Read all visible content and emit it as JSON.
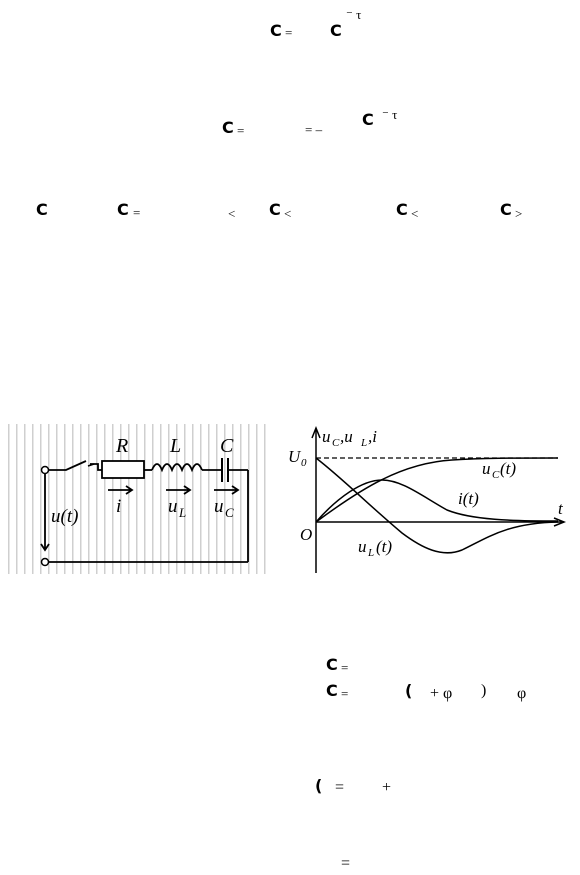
{
  "eq1": {
    "a": "C",
    "eq": "=",
    "b": "C",
    "sup": "⁻ τ"
  },
  "eq2": {
    "a": "C",
    "eq": "=",
    "mid": "= –",
    "b": "C",
    "sup": "⁻ τ"
  },
  "row3": {
    "c1": "C",
    "c2": "C",
    "eq": "=",
    "lt": "<",
    "c3": "C",
    "c3s": "<",
    "c4": "C",
    "c4s": "<",
    "c5": "C",
    "c5s": ">"
  },
  "circuit": {
    "r_label": "R",
    "l_label": "L",
    "c_label": "C",
    "i_label": "i",
    "ul_label": "u",
    "ul_sub": "L",
    "uc_label": "u",
    "uc_sub": "C",
    "ut_label": "u(t)"
  },
  "graph": {
    "ylabel": "u",
    "ylabel_sub1": "C",
    "ylabel_mid": ",u",
    "ylabel_sub2": "L",
    "ylabel_end": ",i",
    "u0": "U",
    "u0_sub": "0",
    "origin": "O",
    "t": "t",
    "uc_curve": "u",
    "uc_curve_sub": "C",
    "uc_curve_t": "(t)",
    "i_curve": "i(t)",
    "ul_curve": "u",
    "ul_curve_sub": "L",
    "ul_curve_t": "(t)"
  },
  "eq4": {
    "a": "C",
    "eq": "="
  },
  "eq5": {
    "a": "C",
    "eq": "=",
    "b": "(",
    "plus": "+ φ",
    "close": ")",
    "phi": "φ"
  },
  "eq6": {
    "a": "(",
    "eq": "=",
    "plus": "+"
  },
  "eq7": {
    "eq": "="
  }
}
